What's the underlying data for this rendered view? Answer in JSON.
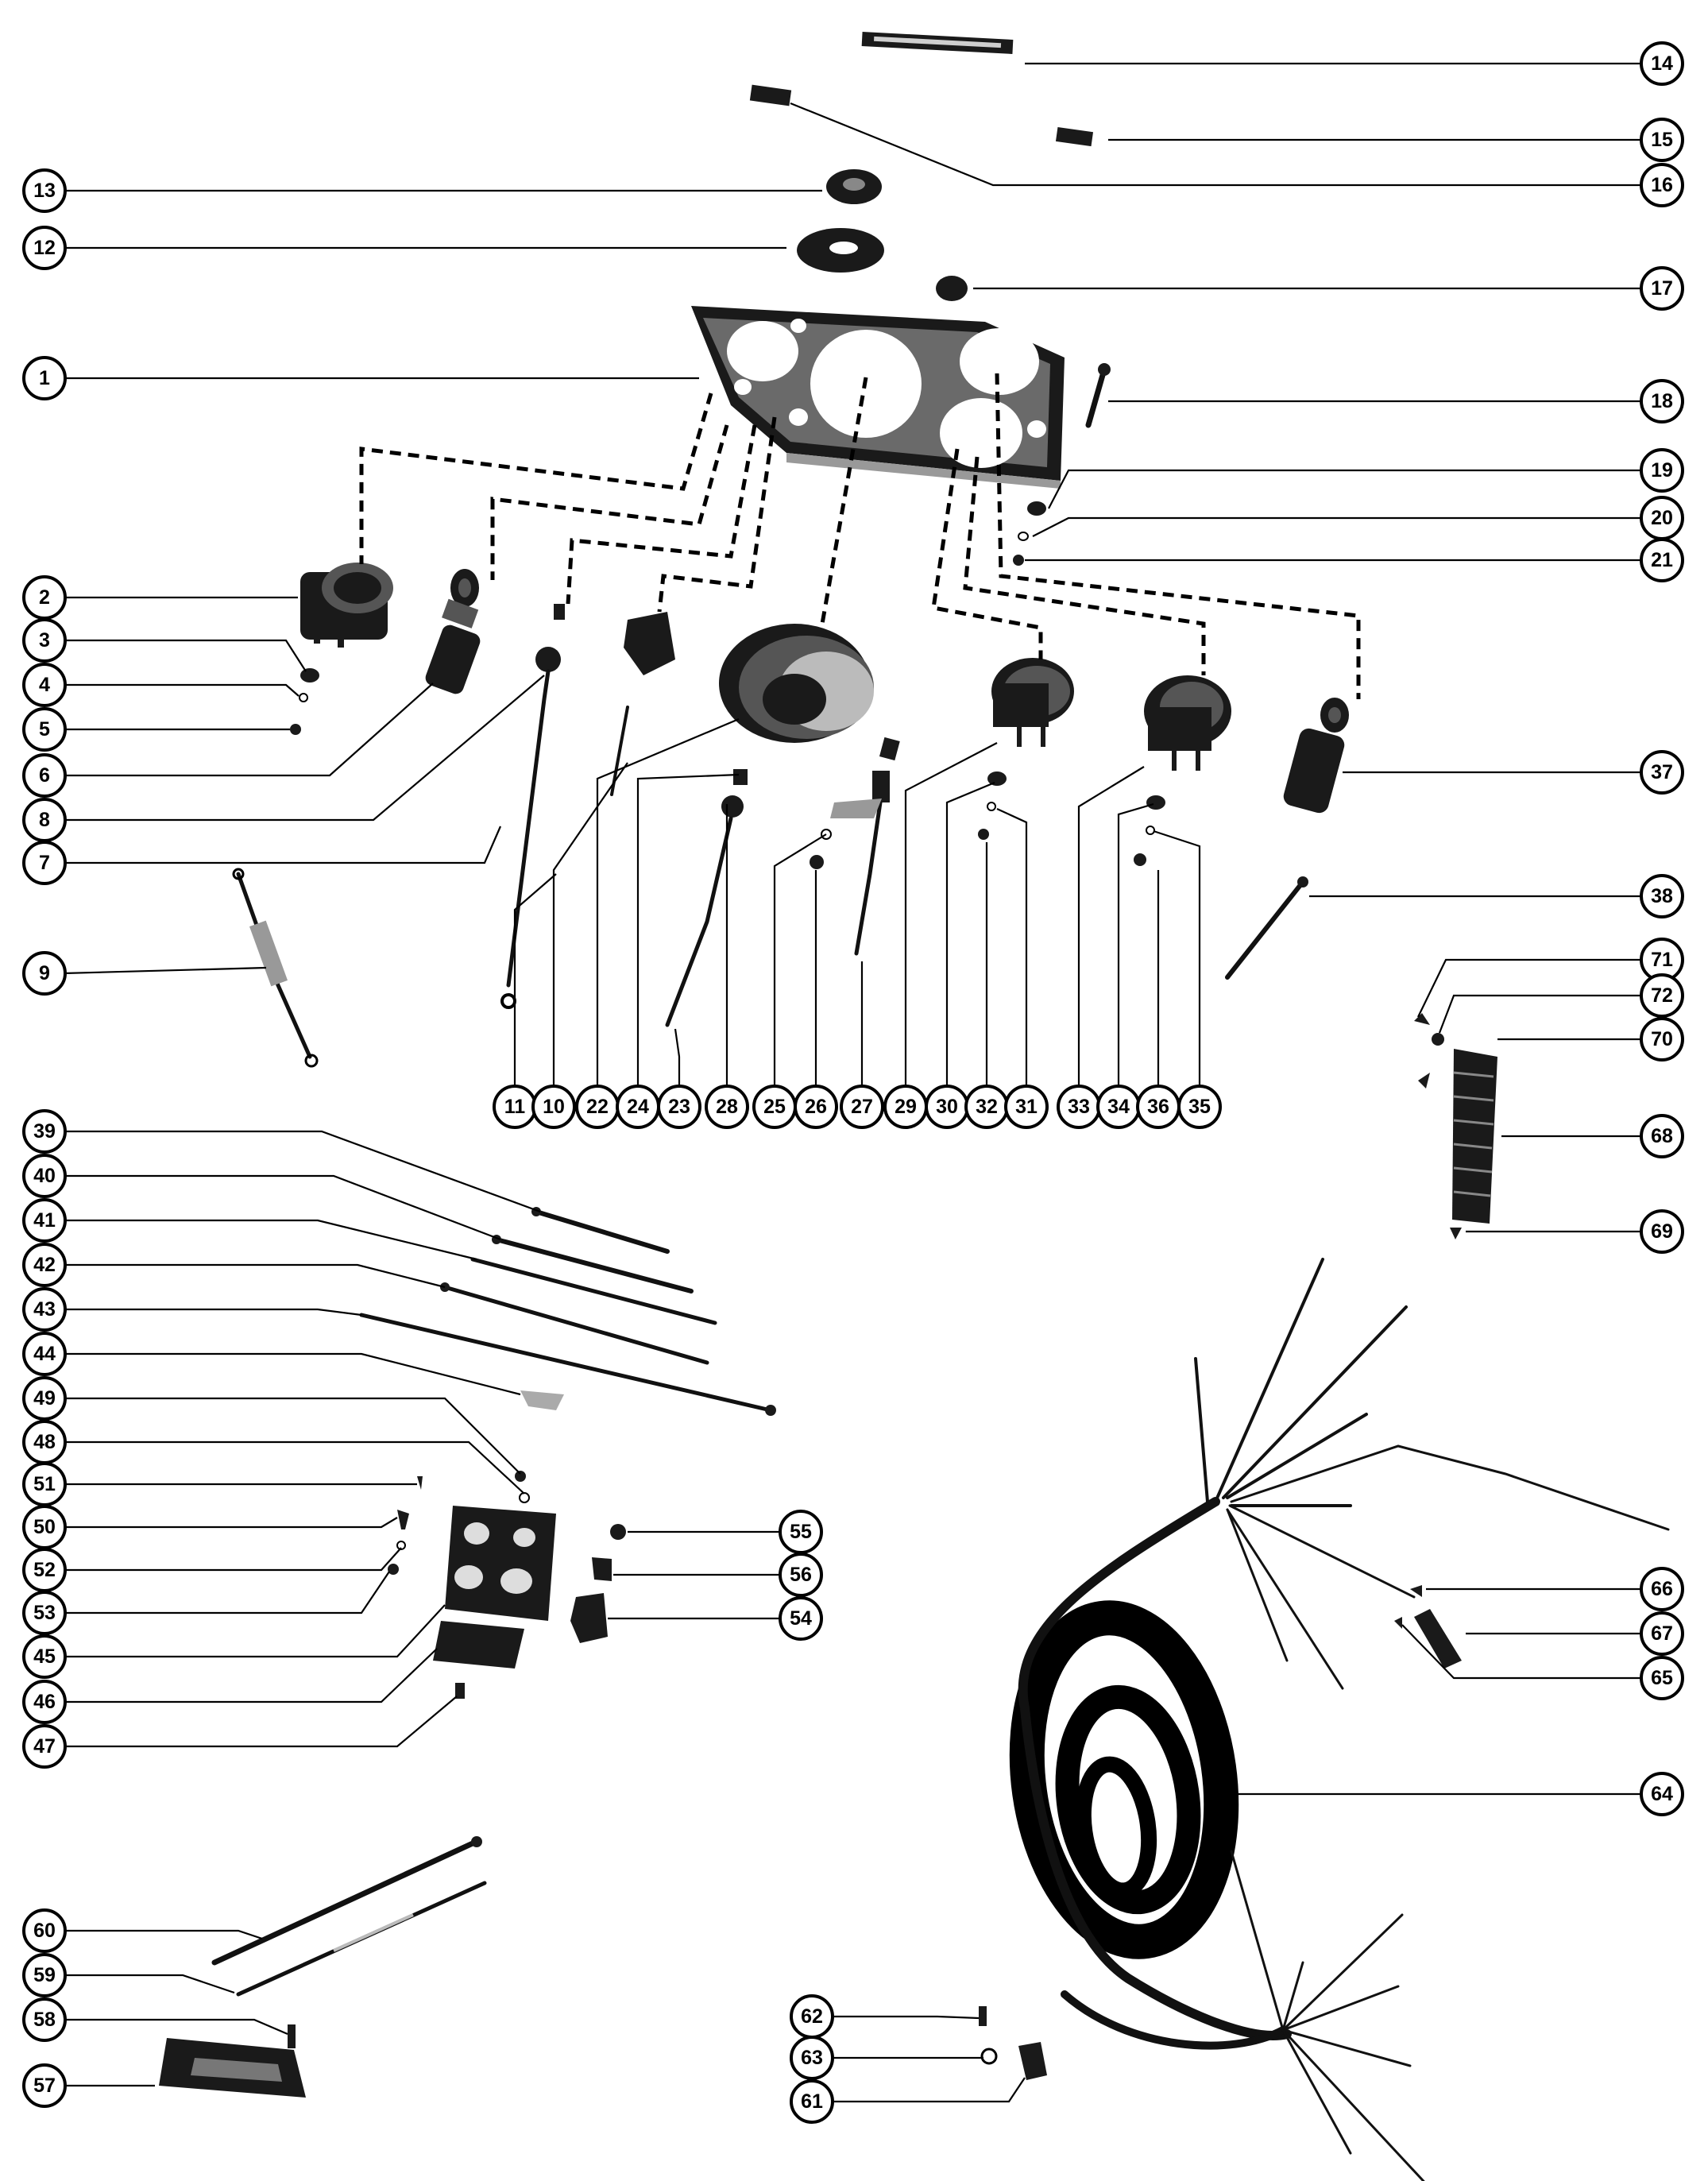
{
  "callouts": {
    "c1": "1",
    "c2": "2",
    "c3": "3",
    "c4": "4",
    "c5": "5",
    "c6": "6",
    "c7": "7",
    "c8": "8",
    "c9": "9",
    "c10": "10",
    "c11": "11",
    "c12": "12",
    "c13": "13",
    "c14": "14",
    "c15": "15",
    "c16": "16",
    "c17": "17",
    "c18": "18",
    "c19": "19",
    "c20": "20",
    "c21": "21",
    "c22": "22",
    "c23": "23",
    "c24": "24",
    "c25": "25",
    "c26": "26",
    "c27": "27",
    "c28": "28",
    "c29": "29",
    "c30": "30",
    "c31": "31",
    "c32": "32",
    "c33": "33",
    "c34": "34",
    "c35": "35",
    "c36": "36",
    "c37": "37",
    "c38": "38",
    "c39": "39",
    "c40": "40",
    "c41": "41",
    "c42": "42",
    "c43": "43",
    "c44": "44",
    "c45": "45",
    "c46": "46",
    "c47": "47",
    "c48": "48",
    "c49": "49",
    "c50": "50",
    "c51": "51",
    "c52": "52",
    "c53": "53",
    "c54": "54",
    "c55": "55",
    "c56": "56",
    "c57": "57",
    "c58": "58",
    "c59": "59",
    "c60": "60",
    "c61": "61",
    "c62": "62",
    "c63": "63",
    "c64": "64",
    "c65": "65",
    "c66": "66",
    "c67": "67",
    "c68": "68",
    "c69": "69",
    "c70": "70",
    "c71": "71",
    "c72": "72"
  }
}
